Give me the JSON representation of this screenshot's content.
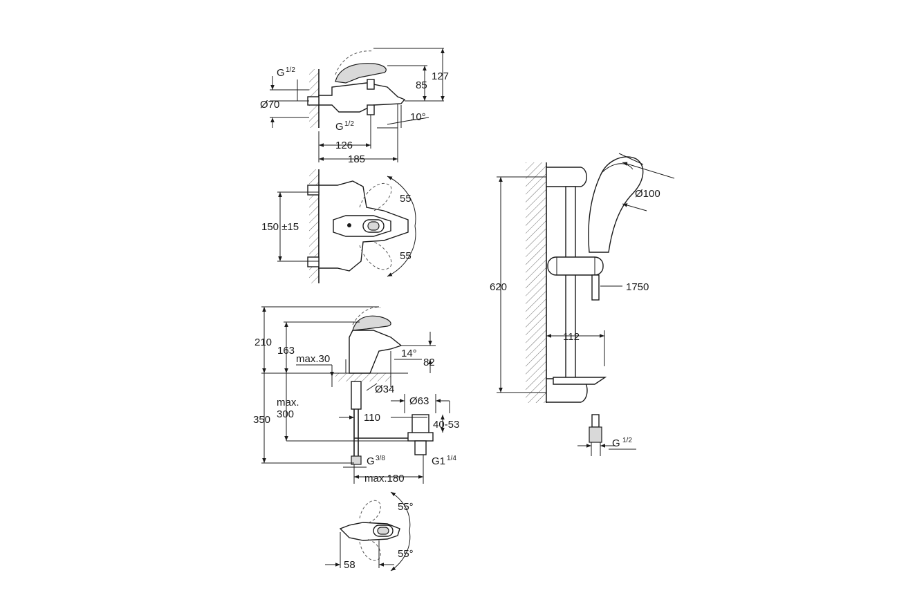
{
  "labels": {
    "bath_g_top_main": "G",
    "bath_g_top_frac": "1/2",
    "bath_d70": "Ø70",
    "bath_127": "127",
    "bath_85": "85",
    "bath_10deg": "10°",
    "bath_g_bot_main": "G",
    "bath_g_bot_frac": "1/2",
    "bath_126": "126",
    "bath_185": "185",
    "bath_top_150": "150 ±15",
    "bath_top_55a": "55",
    "bath_top_55b": "55",
    "basin_210": "210",
    "basin_163": "163",
    "basin_max30": "max.30",
    "basin_14deg": "14°",
    "basin_82": "82",
    "basin_d34": "Ø34",
    "basin_d63": "Ø63",
    "basin_max300_a": "max.",
    "basin_max300_b": "300",
    "basin_350": "350",
    "basin_110": "110",
    "basin_40_53": "40-53",
    "basin_g38_main": "G",
    "basin_g38_frac": "3/8",
    "basin_g114_main": "G1",
    "basin_g114_frac": "1/4",
    "basin_max180": "max.180",
    "basin_top_55a": "55°",
    "basin_top_55b": "55°",
    "basin_top_58": "58",
    "shower_d100": "Ø100",
    "shower_620": "620",
    "shower_1750": "1750",
    "shower_112": "112",
    "shower_g_main": "G",
    "shower_g_frac": "1/2"
  }
}
